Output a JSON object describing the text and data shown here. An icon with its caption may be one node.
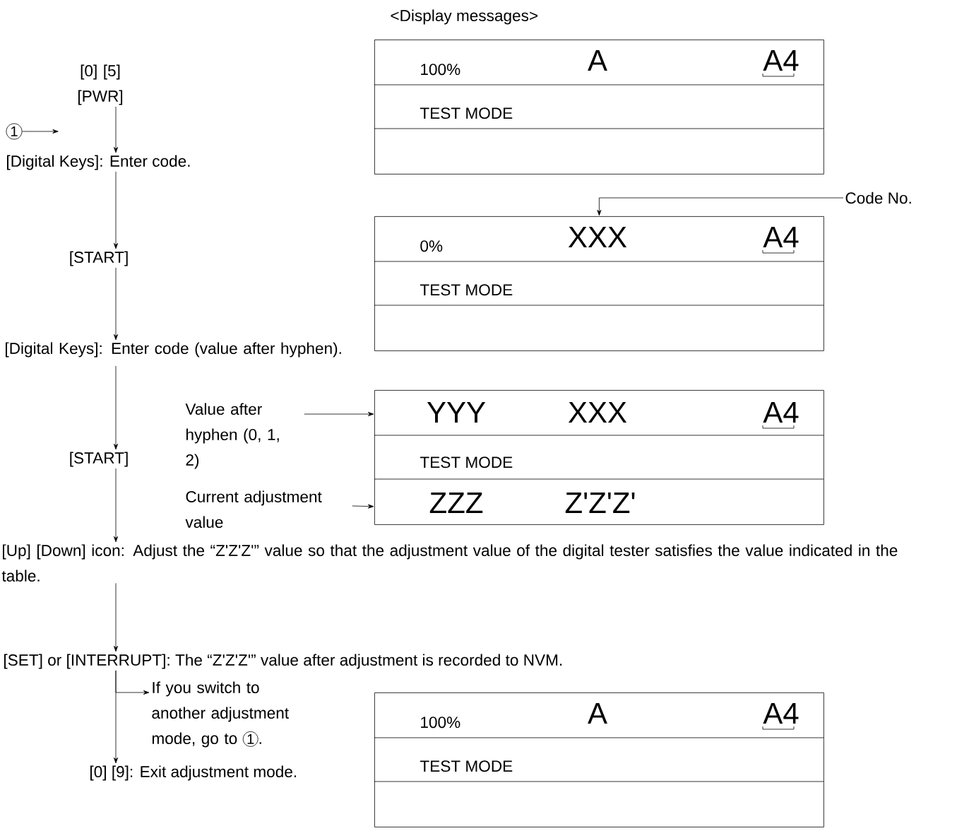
{
  "diagram": {
    "title": "<Display messages>",
    "nodes": [
      {
        "text": [
          "[0] [5] [PWR]"
        ]
      },
      {
        "text": [
          "1"
        ]
      },
      {
        "text": [
          "[Digital Keys]: Enter code."
        ]
      },
      {
        "text": [
          "[START]"
        ]
      },
      {
        "text": [
          "[Digital Keys]: Enter code (value after hyphen)."
        ]
      },
      {
        "text": [
          "[START]"
        ]
      },
      {
        "text": [
          "[Up] [Down] icon: Adjust the “Z'Z'Z'” value so that the adjustment value of the digital tester satisfies the value indicated in the table."
        ]
      },
      {
        "text": [
          "[SET] or [INTERRUPT]: The “Z'Z'Z'” value after adjustment is recorded to NVM."
        ]
      },
      {
        "text": [
          "If you switch to another adjustment mode, go to",
          "1",
          "."
        ]
      },
      {
        "text": [
          "[0] [9]: Exit adjustment mode."
        ]
      },
      {
        "text": [
          "100%",
          "A",
          "A4",
          "TEST MODE"
        ]
      },
      {
        "text": [
          "0%",
          "XXX",
          "A4",
          "TEST MODE"
        ]
      },
      {
        "text": [
          "YYY",
          "XXX",
          "A4",
          "TEST MODE",
          "ZZZ",
          "Z'Z'Z'"
        ]
      },
      {
        "text": [
          "100%",
          "A",
          "A4",
          "TEST MODE"
        ]
      },
      {
        "text": [
          "Code No."
        ]
      },
      {
        "text": [
          "Value after hyphen (0, 1, 2)"
        ]
      },
      {
        "text": [
          "Current adjustment value"
        ]
      }
    ],
    "edges": [
      {
        "from": 0,
        "to": 2,
        "arrow": "to"
      },
      {
        "from": 1,
        "to": 2,
        "arrow": "to"
      },
      {
        "from": 2,
        "to": 3,
        "arrow": "to"
      },
      {
        "from": 3,
        "to": 4,
        "arrow": "to"
      },
      {
        "from": 4,
        "to": 5,
        "arrow": "to"
      },
      {
        "from": 5,
        "to": 6,
        "arrow": "to"
      },
      {
        "from": 6,
        "to": 7,
        "arrow": "to"
      },
      {
        "from": 7,
        "to": 9,
        "arrow": "to"
      },
      {
        "from": 7,
        "to": 8,
        "arrow": "to"
      },
      {
        "from": 14,
        "to": 11,
        "arrow": "to"
      },
      {
        "from": 15,
        "to": 12,
        "arrow": "to"
      },
      {
        "from": 16,
        "to": 12,
        "arrow": "to"
      }
    ]
  }
}
